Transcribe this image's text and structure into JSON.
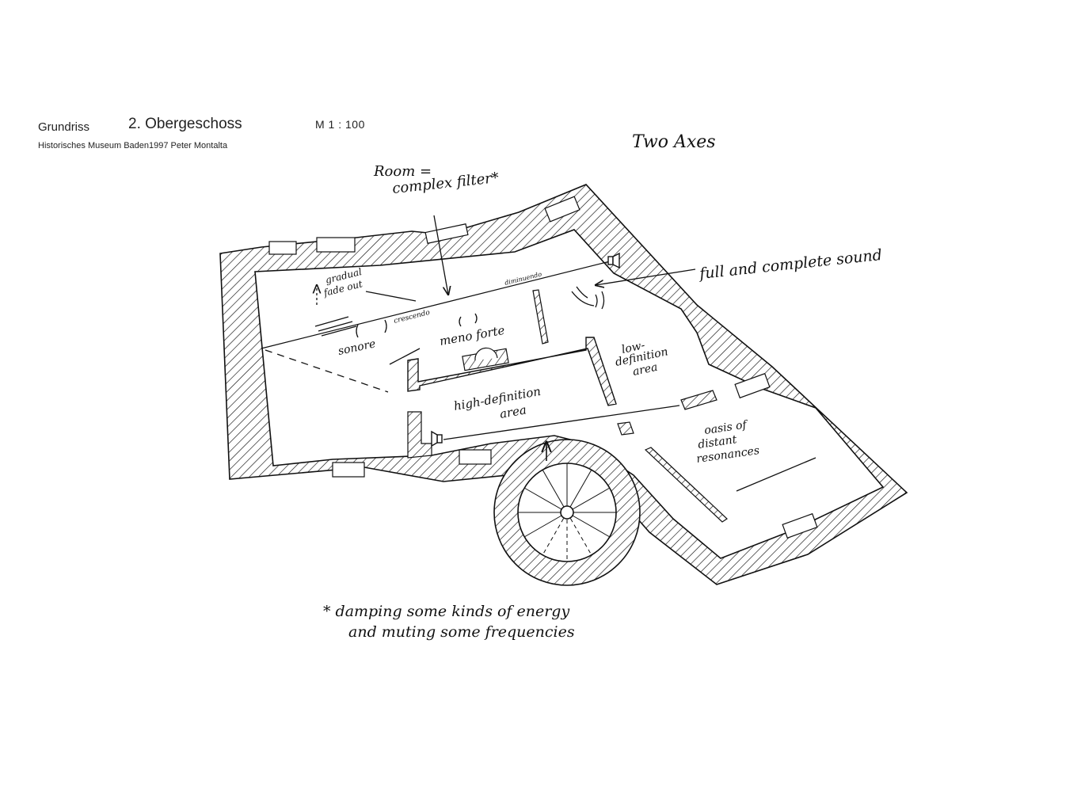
{
  "header": {
    "label": "Grundriss",
    "floor": "2. Obergeschoss",
    "scale": "M 1 : 100",
    "subtitle": "Historisches Museum Baden1997 Peter Montalta"
  },
  "annotations": {
    "title": "Two Axes",
    "room_line1": "Room =",
    "room_line2": "complex filter*",
    "full_sound": "full and complete sound",
    "gradual_line1": "gradual",
    "gradual_line2": "fade out",
    "crescendo": "crescendo",
    "diminuendo": "diminuendo",
    "sonore": "sonore",
    "meno_forte": "meno forte",
    "low_def_line1": "low-",
    "low_def_line2": "definition",
    "low_def_line3": "area",
    "high_def_line1": "high-definition",
    "high_def_line2": "area",
    "oasis_line1": "oasis of",
    "oasis_line2": "distant",
    "oasis_line3": "resonances",
    "footnote_line1": "* damping some kinds of energy",
    "footnote_line2": "and muting some frequencies"
  },
  "colors": {
    "ink": "#111111",
    "paper": "#ffffff"
  }
}
